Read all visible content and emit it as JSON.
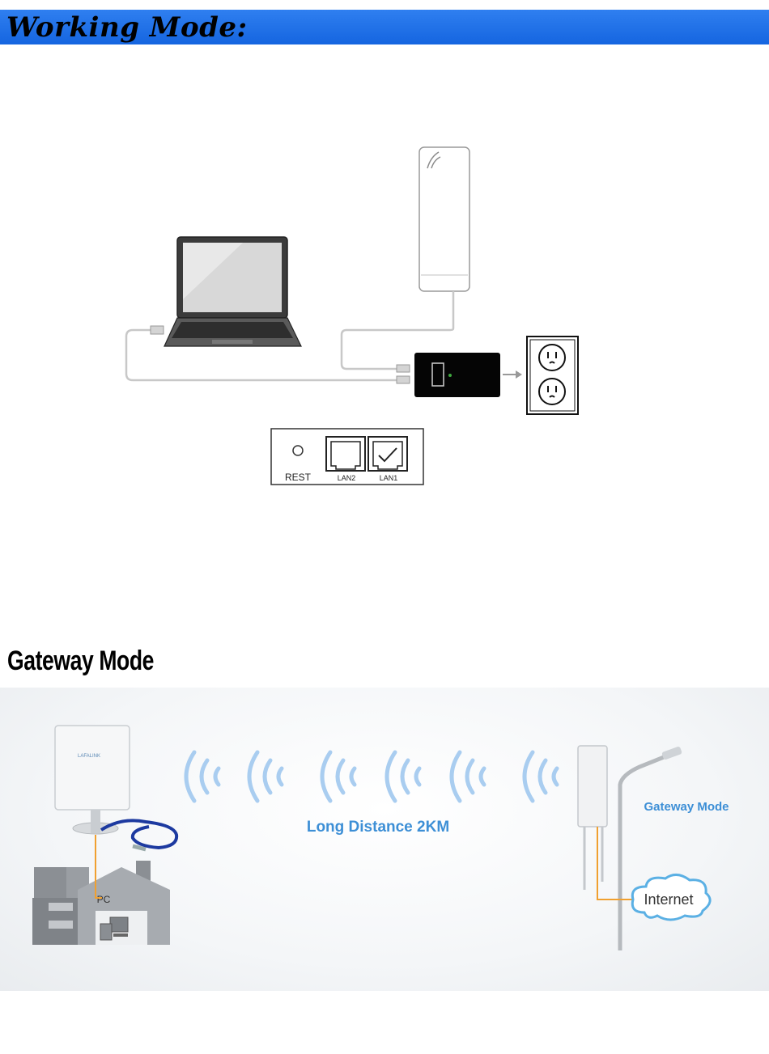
{
  "header": {
    "title": "Working Mode:"
  },
  "device_panel": {
    "reset_label": "REST",
    "lan2_label": "LAN2",
    "lan1_label": "LAN1"
  },
  "gateway": {
    "section_title": "Gateway Mode",
    "device_brand": "LAFALINK",
    "pc_label": "PC",
    "distance_label": "Long Distance 2KM",
    "mode_label": "Gateway Mode",
    "internet_label": "Internet"
  },
  "colors": {
    "banner": "#1e6ff0",
    "wifi_wave": "#a9cdf0",
    "label_blue": "#3d8fd6",
    "cable_orange": "#f0a030",
    "cable_blue": "#1d3aa0"
  }
}
